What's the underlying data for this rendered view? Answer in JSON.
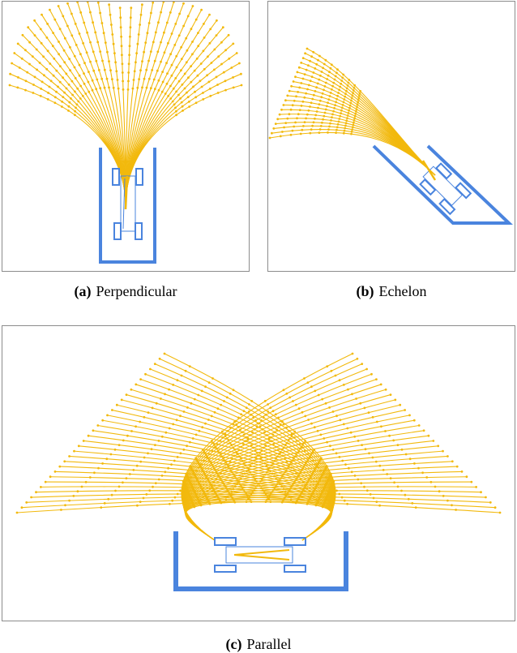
{
  "colors": {
    "trajectory": "#f2b90d",
    "vehicle": "#4a84de",
    "spot": "#4a84de",
    "frame": "#8c8c8c"
  },
  "panels": [
    {
      "id": "a",
      "tag": "(a)",
      "label": "Perpendicular"
    },
    {
      "id": "b",
      "tag": "(b)",
      "label": "Echelon"
    },
    {
      "id": "c",
      "tag": "(c)",
      "label": "Parallel"
    }
  ]
}
